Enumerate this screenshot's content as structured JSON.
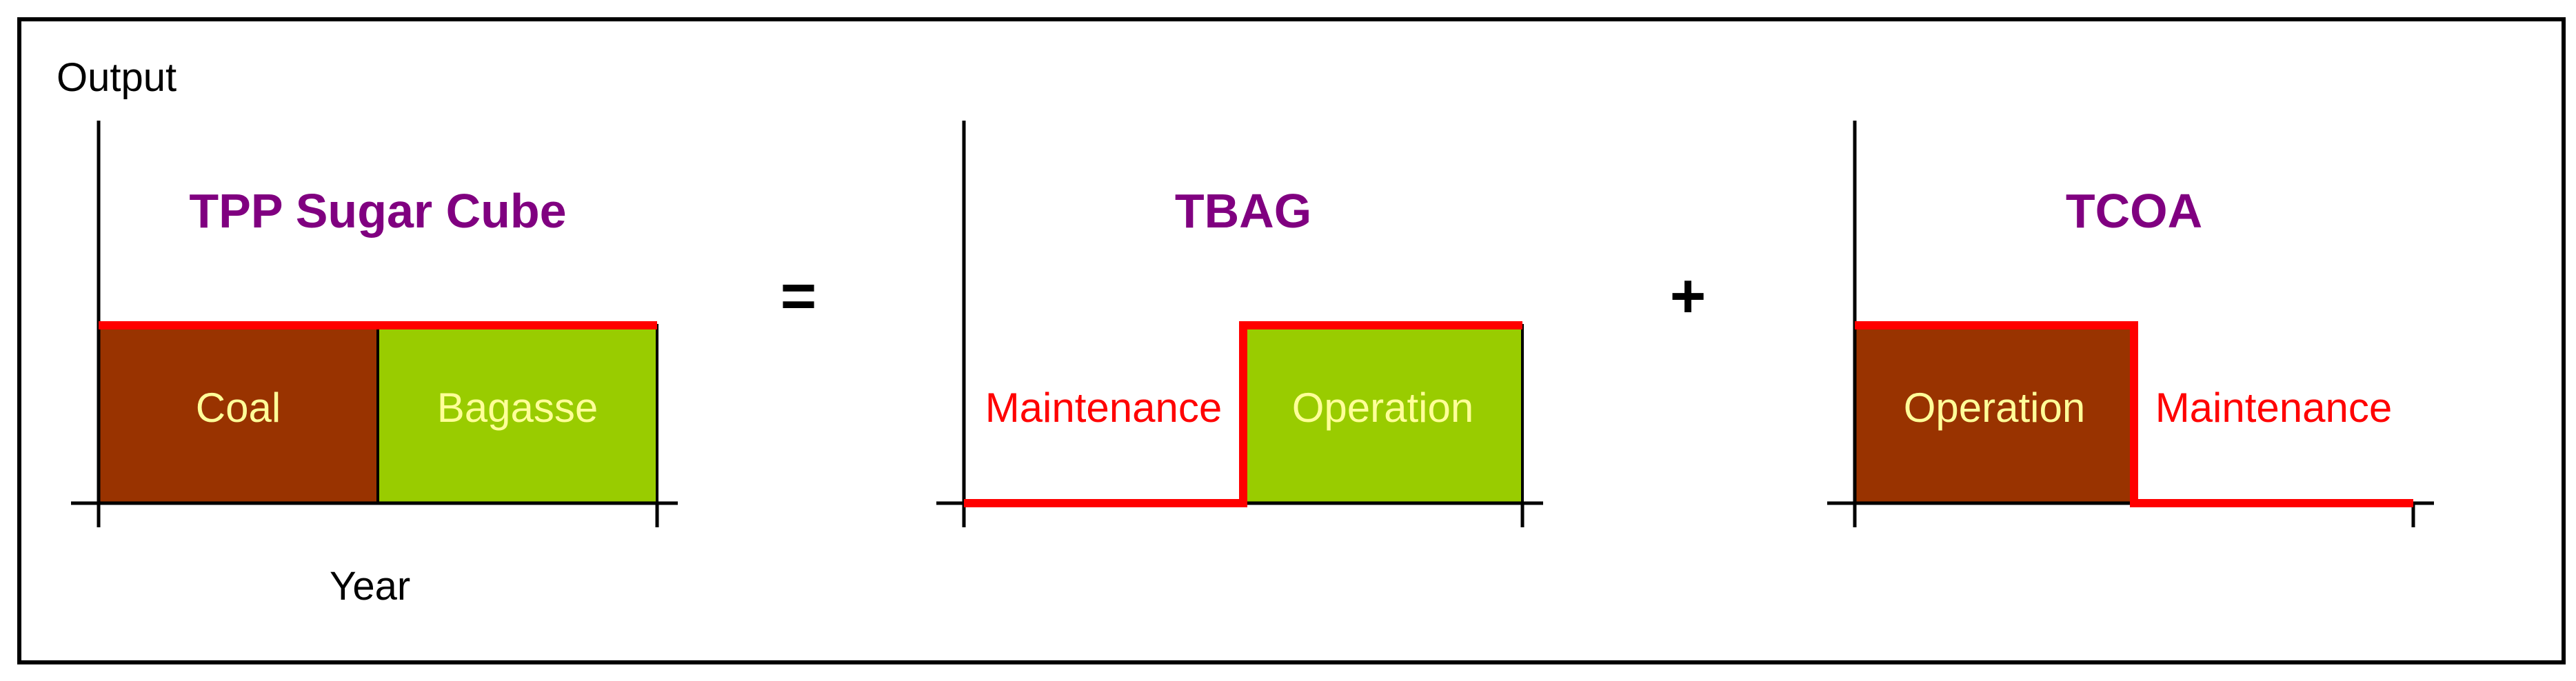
{
  "axis": {
    "y_label": "Output",
    "x_label": "Year"
  },
  "operators": {
    "equals": "=",
    "plus": "+"
  },
  "panels": [
    {
      "id": "sugar-cube",
      "title": "TPP Sugar Cube",
      "segments": [
        {
          "label": "Coal",
          "fill": "#993300",
          "output_level": 1
        },
        {
          "label": "Bagasse",
          "fill": "#99cc00",
          "output_level": 1
        }
      ]
    },
    {
      "id": "tbag",
      "title": "TBAG",
      "segments": [
        {
          "label": "Maintenance",
          "fill": "none",
          "output_level": 0
        },
        {
          "label": "Operation",
          "fill": "#99cc00",
          "output_level": 1
        }
      ]
    },
    {
      "id": "tcoa",
      "title": "TCOA",
      "segments": [
        {
          "label": "Operation",
          "fill": "#993300",
          "output_level": 1
        },
        {
          "label": "Maintenance",
          "fill": "none",
          "output_level": 0
        }
      ]
    }
  ],
  "colors": {
    "title": "#800080",
    "output_line": "#ff0000",
    "label_on_fill": "#ffff99",
    "label_no_fill": "#ff0000",
    "coal": "#993300",
    "bagasse": "#99cc00",
    "axis": "#000000",
    "frame": "#000000"
  }
}
